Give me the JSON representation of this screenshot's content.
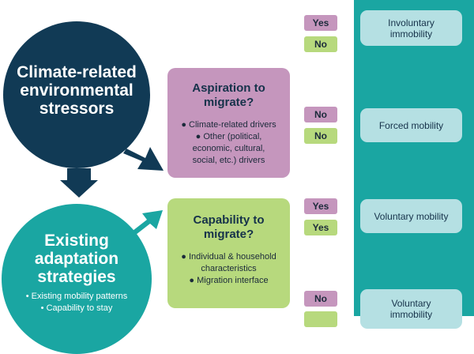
{
  "colors": {
    "dark_navy": "#113a55",
    "teal": "#1aa6a2",
    "pink": "#c596bd",
    "green": "#b7d97d",
    "light_teal": "#b5e0e3"
  },
  "stressors": {
    "title_lines": [
      "Climate-related",
      "environmental",
      "stressors"
    ]
  },
  "adaptation": {
    "title_lines": [
      "Existing",
      "adaptation",
      "strategies"
    ],
    "bullets": [
      "• Existing mobility patterns",
      "• Capability to stay"
    ]
  },
  "aspiration": {
    "title_lines": [
      "Aspiration to",
      "migrate?"
    ],
    "bullets": [
      "● Climate-related drivers",
      "● Other (political,",
      "economic, cultural,",
      "social, etc.) drivers"
    ]
  },
  "capability": {
    "title_lines": [
      "Capability to",
      "migrate?"
    ],
    "bullets": [
      "● Individual & household",
      "characteristics",
      "● Migration interface"
    ]
  },
  "answers": [
    "Yes",
    "No",
    "No",
    "No",
    "Yes",
    "Yes",
    "No"
  ],
  "outcomes": [
    [
      "Involuntary",
      "immobility"
    ],
    [
      "Forced mobility"
    ],
    [
      "Voluntary mobility"
    ],
    [
      "Voluntary",
      "immobility"
    ]
  ]
}
